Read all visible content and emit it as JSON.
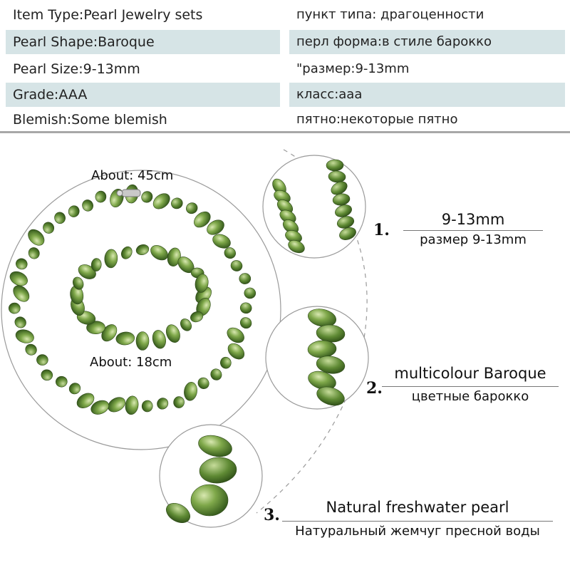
{
  "specs": [
    {
      "left": "Item Type:Pearl Jewelry sets",
      "right": "пункт типа: драгоценности"
    },
    {
      "left": "Pearl Shape:Baroque",
      "right": "перл форма:в стиле барокко"
    },
    {
      "left": "Pearl Size:9-13mm",
      "right": "\"размер:9-13mm"
    },
    {
      "left": "Grade:AAA",
      "right": "класс:aaa"
    },
    {
      "left": "Blemish:Some blemish",
      "right": "пятно:некоторые пятно"
    }
  ],
  "measurements": {
    "necklace": "About: 45cm",
    "bracelet": "About: 18cm"
  },
  "features": [
    {
      "number": "1.",
      "title": "9-13mm",
      "subtitle": "размер 9-13mm"
    },
    {
      "number": "2.",
      "title": "multicolour Baroque",
      "subtitle": "цветные барокко"
    },
    {
      "number": "3.",
      "title": "Natural freshwater pearl",
      "subtitle": "Натуральный жемчуг пресной воды"
    }
  ],
  "colors": {
    "row_shade": "#d6e4e6",
    "pearl_green": "#6f9a3a",
    "pearl_dark": "#3f6a24",
    "pearl_light": "#b9d08a"
  }
}
